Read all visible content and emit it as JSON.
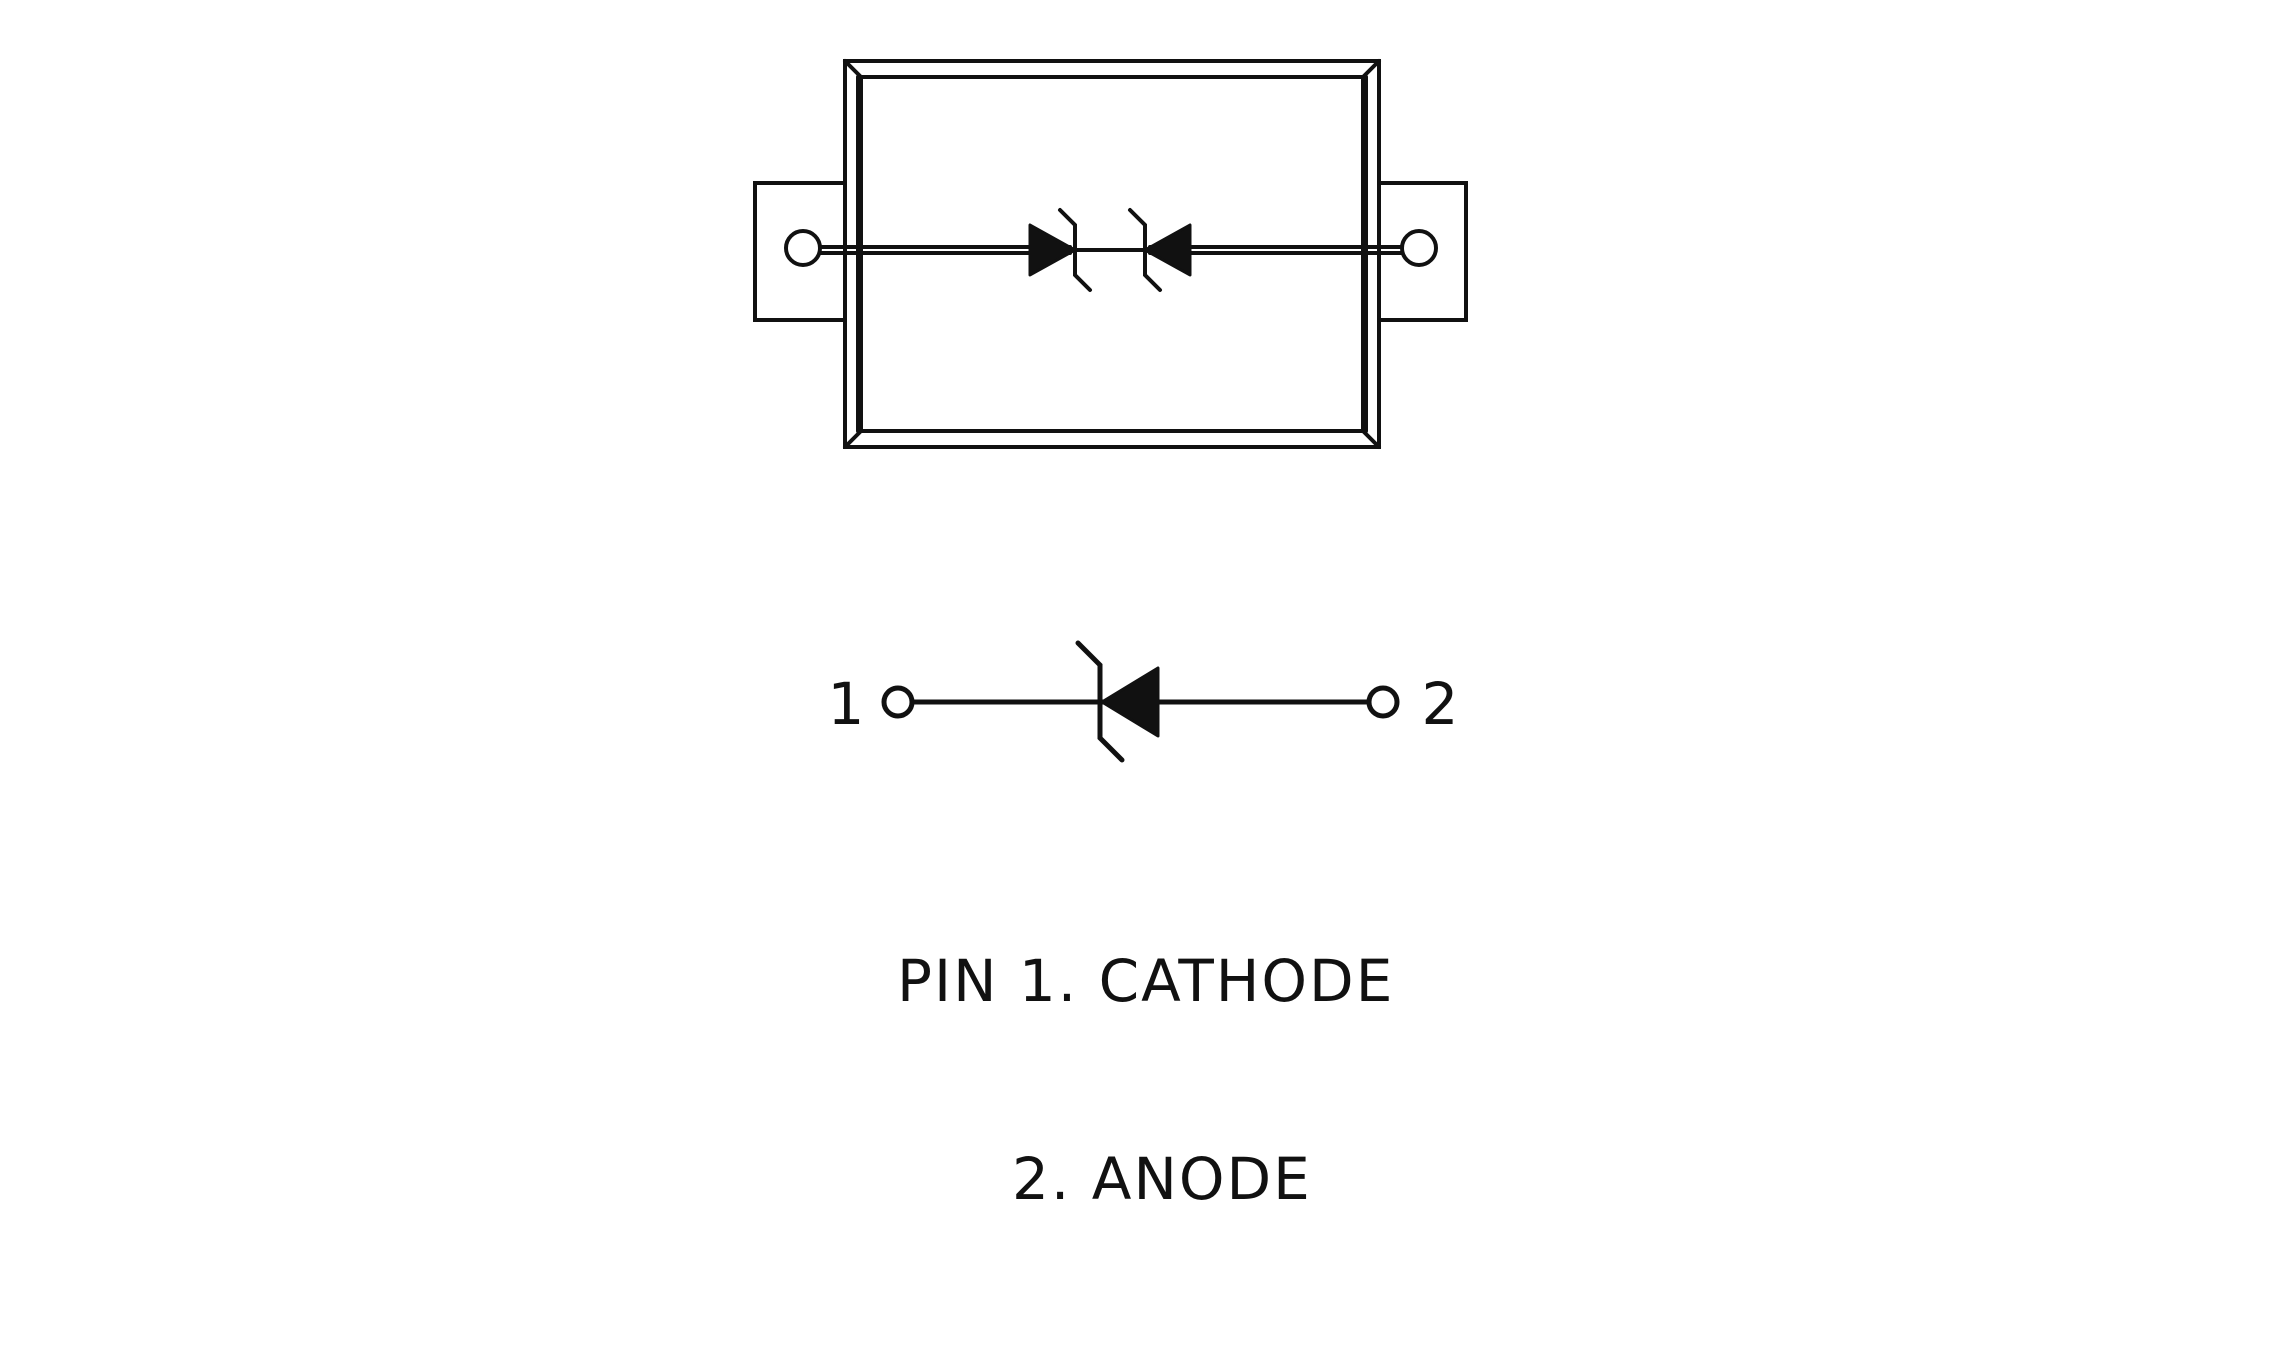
{
  "diagram": {
    "schematic": {
      "pin_left_label": "1",
      "pin_right_label": "2"
    },
    "legend": {
      "line1": "PIN 1. CATHODE",
      "line2": "2. ANODE"
    },
    "colors": {
      "stroke": "#111111",
      "background": "#ffffff"
    }
  }
}
